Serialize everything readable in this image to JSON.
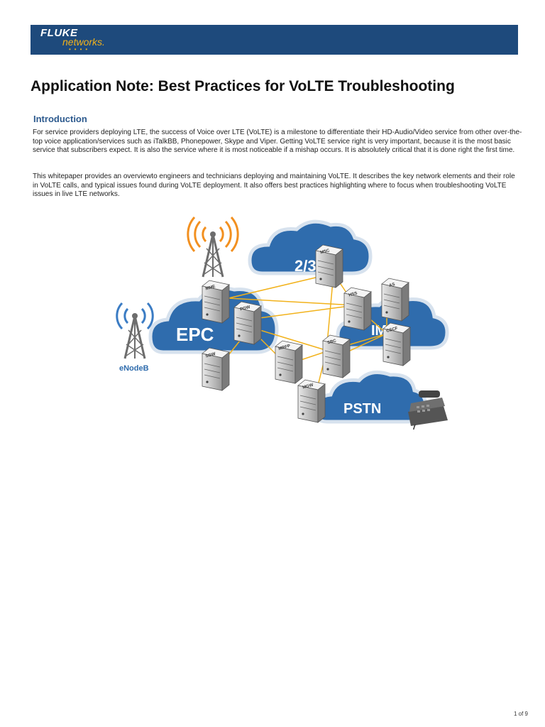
{
  "header": {
    "logo_fluke": "FLUKE",
    "logo_networks": "networks.",
    "colors": {
      "banner": "#1e4a7c",
      "logo_accent": "#f2b21b"
    }
  },
  "document": {
    "title": "Application Note: Best Practices for VoLTE Troubleshooting",
    "section_heading": "Introduction",
    "paragraph_1": "For service providers deploying LTE, the success of Voice over LTE (VoLTE) is a milestone to differentiate their HD-Audio/Video service from other over-the-top voice application/services such as iTalkBB, Phonepower, Skype and Viper. Getting VoLTE service right is very important, because it is the most basic service that subscribers expect. It is also the service where it is most noticeable if a mishap occurs. It is absolutely critical that it is done right the first time.",
    "paragraph_2": "This whitepaper provides an overviewto engineers and technicians deploying and maintaining VoLTE. It describes the key network elements and their role in VoLTE calls, and typical issues found during VoLTE deployment. It also offers best practices highlighting where to focus when troubleshooting VoLTE issues in live LTE networks."
  },
  "diagram": {
    "clouds": {
      "epc": "EPC",
      "ims": "IMS",
      "legacy": "2/3G",
      "pstn": "PSTN"
    },
    "servers": {
      "mme": "MME",
      "pgw": "PGW",
      "sgw": "SGW",
      "msc": "MSC",
      "hss": "HSS",
      "as": "AS",
      "cscf": "CSCF",
      "sbc": "SBC",
      "mrfp": "MRFP",
      "mgw": "MGW"
    },
    "enodeb_label": "eNodeB",
    "colors": {
      "cloud": "#2f6cad",
      "cloud_rim": "#d7e2ee",
      "link": "#f2b21b",
      "signal": "#f29020",
      "signal_alt": "#3b7cc4"
    }
  },
  "footer": {
    "page": "1 of 9"
  }
}
